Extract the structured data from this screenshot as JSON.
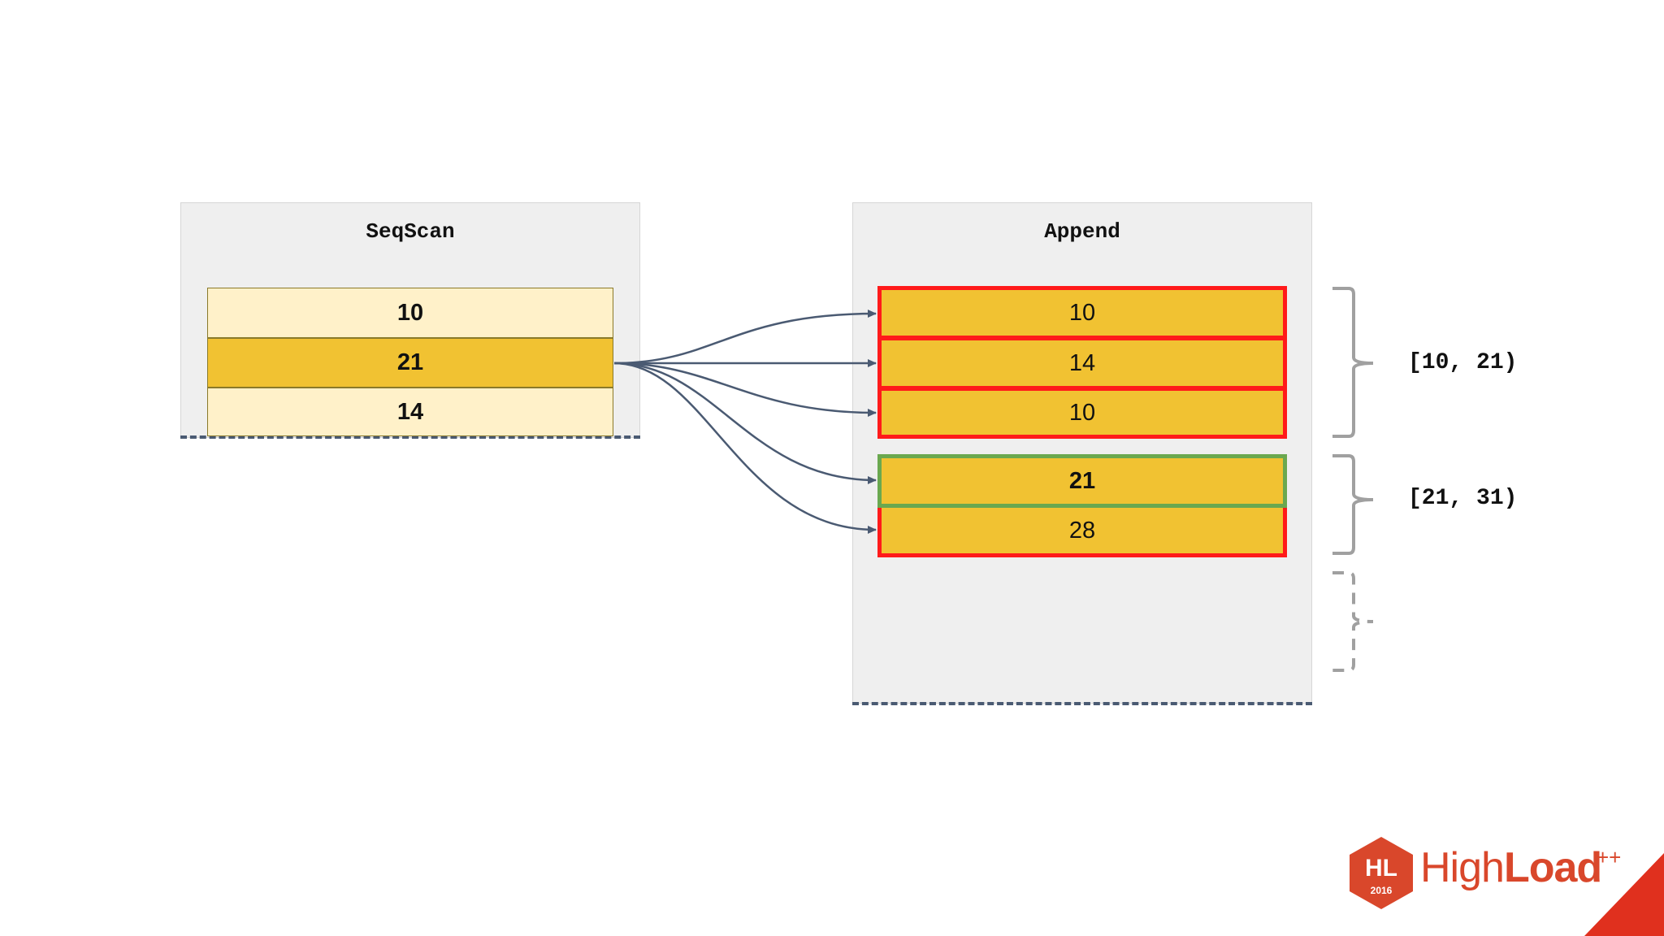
{
  "seqscan": {
    "title": "SeqScan",
    "rows": [
      "10",
      "21",
      "14"
    ]
  },
  "append": {
    "title": "Append",
    "rows": [
      "10",
      "14",
      "10",
      "21",
      "28"
    ]
  },
  "ranges": [
    "[10, 21)",
    "[21, 31)"
  ],
  "logo": {
    "badge": "HL",
    "year": "2016",
    "name_light": "High",
    "name_bold": "Load",
    "superscript": "++"
  },
  "colors": {
    "row_light": "#fff1c9",
    "row_dark": "#f1c232",
    "partition_border": "#ff1a1a",
    "match_border": "#6aa84f",
    "arrow": "#4a5a72",
    "brand": "#d9472b"
  }
}
